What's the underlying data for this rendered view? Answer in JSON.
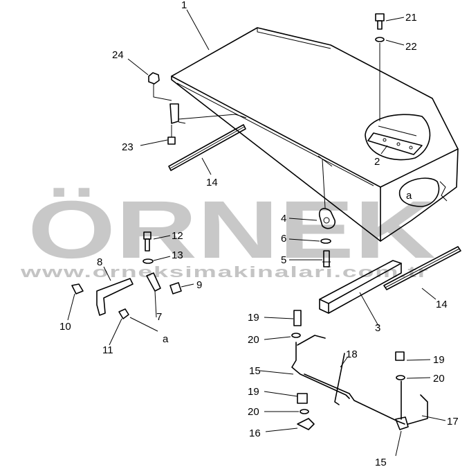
{
  "watermark": {
    "brand": "ÖRNEK",
    "url": "www.orneksimakinalari.com.tr"
  },
  "reference_marks": [
    "a",
    "a"
  ],
  "callouts": [
    {
      "id": "c1",
      "label": "1"
    },
    {
      "id": "c2",
      "label": "2"
    },
    {
      "id": "c3",
      "label": "3"
    },
    {
      "id": "c4",
      "label": "4"
    },
    {
      "id": "c5",
      "label": "5"
    },
    {
      "id": "c6",
      "label": "6"
    },
    {
      "id": "c7",
      "label": "7"
    },
    {
      "id": "c8",
      "label": "8"
    },
    {
      "id": "c9",
      "label": "9"
    },
    {
      "id": "c10",
      "label": "10"
    },
    {
      "id": "c11",
      "label": "11"
    },
    {
      "id": "c12",
      "label": "12"
    },
    {
      "id": "c13",
      "label": "13"
    },
    {
      "id": "c14a",
      "label": "14"
    },
    {
      "id": "c14b",
      "label": "14"
    },
    {
      "id": "c15a",
      "label": "15"
    },
    {
      "id": "c15b",
      "label": "15"
    },
    {
      "id": "c16",
      "label": "16"
    },
    {
      "id": "c17",
      "label": "17"
    },
    {
      "id": "c18",
      "label": "18"
    },
    {
      "id": "c19a",
      "label": "19"
    },
    {
      "id": "c19b",
      "label": "19"
    },
    {
      "id": "c19c",
      "label": "19"
    },
    {
      "id": "c20a",
      "label": "20"
    },
    {
      "id": "c20b",
      "label": "20"
    },
    {
      "id": "c20c",
      "label": "20"
    },
    {
      "id": "c21",
      "label": "21"
    },
    {
      "id": "c22",
      "label": "22"
    },
    {
      "id": "c23",
      "label": "23"
    },
    {
      "id": "c24",
      "label": "24"
    }
  ]
}
